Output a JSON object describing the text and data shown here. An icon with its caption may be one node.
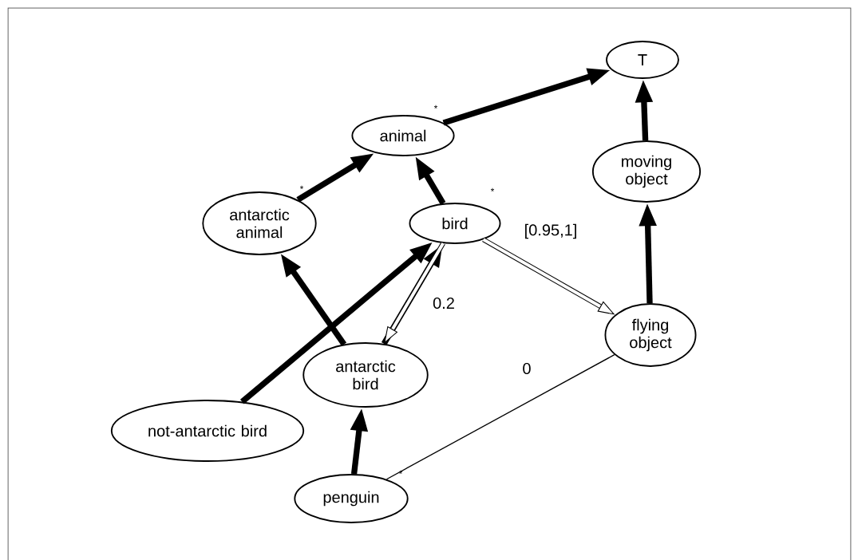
{
  "diagram": {
    "nodes": [
      {
        "text": [
          "T"
        ]
      },
      {
        "text": [
          "animal"
        ],
        "beside": [
          "*"
        ]
      },
      {
        "text": [
          "moving object"
        ]
      },
      {
        "text": [
          "antarctic animal"
        ],
        "beside": [
          "*"
        ]
      },
      {
        "text": [
          "bird"
        ],
        "beside": [
          "*"
        ]
      },
      {
        "text": [
          "flying object"
        ]
      },
      {
        "text": [
          "antarctic bird"
        ]
      },
      {
        "text": [
          "not-antarctic bird"
        ]
      },
      {
        "text": [
          "penguin"
        ],
        "beside": [
          "*"
        ]
      }
    ],
    "edges": [
      {
        "from": 1,
        "to": 0,
        "arrow": "to"
      },
      {
        "from": 2,
        "to": 0,
        "arrow": "to"
      },
      {
        "from": 3,
        "to": 1,
        "arrow": "to"
      },
      {
        "from": 4,
        "to": 1,
        "arrow": "to"
      },
      {
        "from": 5,
        "to": 2,
        "arrow": "to"
      },
      {
        "from": 6,
        "to": 3,
        "arrow": "to"
      },
      {
        "from": 6,
        "to": 4,
        "arrow": "to"
      },
      {
        "from": 7,
        "to": 4,
        "arrow": "to"
      },
      {
        "from": 8,
        "to": 6,
        "arrow": "to"
      },
      {
        "from": 4,
        "to": 5,
        "arrow": "to",
        "label": "[0.95,1]"
      },
      {
        "from": 4,
        "to": 6,
        "arrow": "to",
        "label": "0.2"
      },
      {
        "from": 8,
        "to": 5,
        "arrow": "none",
        "label": "0"
      }
    ]
  }
}
